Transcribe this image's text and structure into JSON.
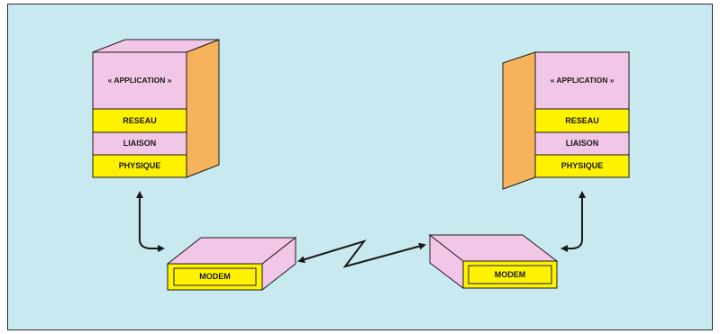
{
  "colors": {
    "background": "#c9e9f1",
    "pink": "#f2c6e6",
    "yellow": "#fff200",
    "orange": "#f6b35b",
    "outline": "#1a1a1a"
  },
  "stacks": [
    {
      "application": "« APPLICATION »",
      "layers": [
        "RESEAU",
        "LIAISON",
        "PHYSIQUE"
      ]
    },
    {
      "application": "« APPLICATION »",
      "layers": [
        "RESEAU",
        "LIAISON",
        "PHYSIQUE"
      ]
    }
  ],
  "modems": [
    {
      "label": "MODEM"
    },
    {
      "label": "MODEM"
    }
  ]
}
